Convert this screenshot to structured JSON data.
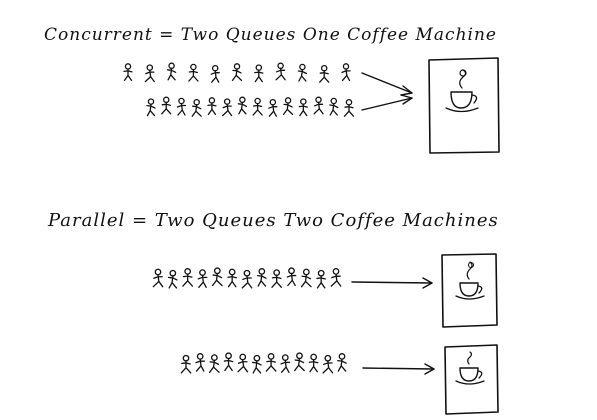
{
  "concurrent": {
    "title": "Concurrent = Two Queues One Coffee Machine",
    "queues": [
      {
        "people_count": 11
      },
      {
        "people_count": 14
      }
    ],
    "machines": 1
  },
  "parallel": {
    "title": "Parallel = Two Queues Two Coffee Machines",
    "queues": [
      {
        "people_count": 13
      },
      {
        "people_count": 12
      }
    ],
    "machines": 2
  },
  "icons": {
    "person": "stick-figure-icon",
    "arrow": "arrow-right-icon",
    "machine": "coffee-machine-icon",
    "cup": "coffee-cup-icon"
  },
  "colors": {
    "ink": "#111111",
    "paper": "#ffffff"
  }
}
